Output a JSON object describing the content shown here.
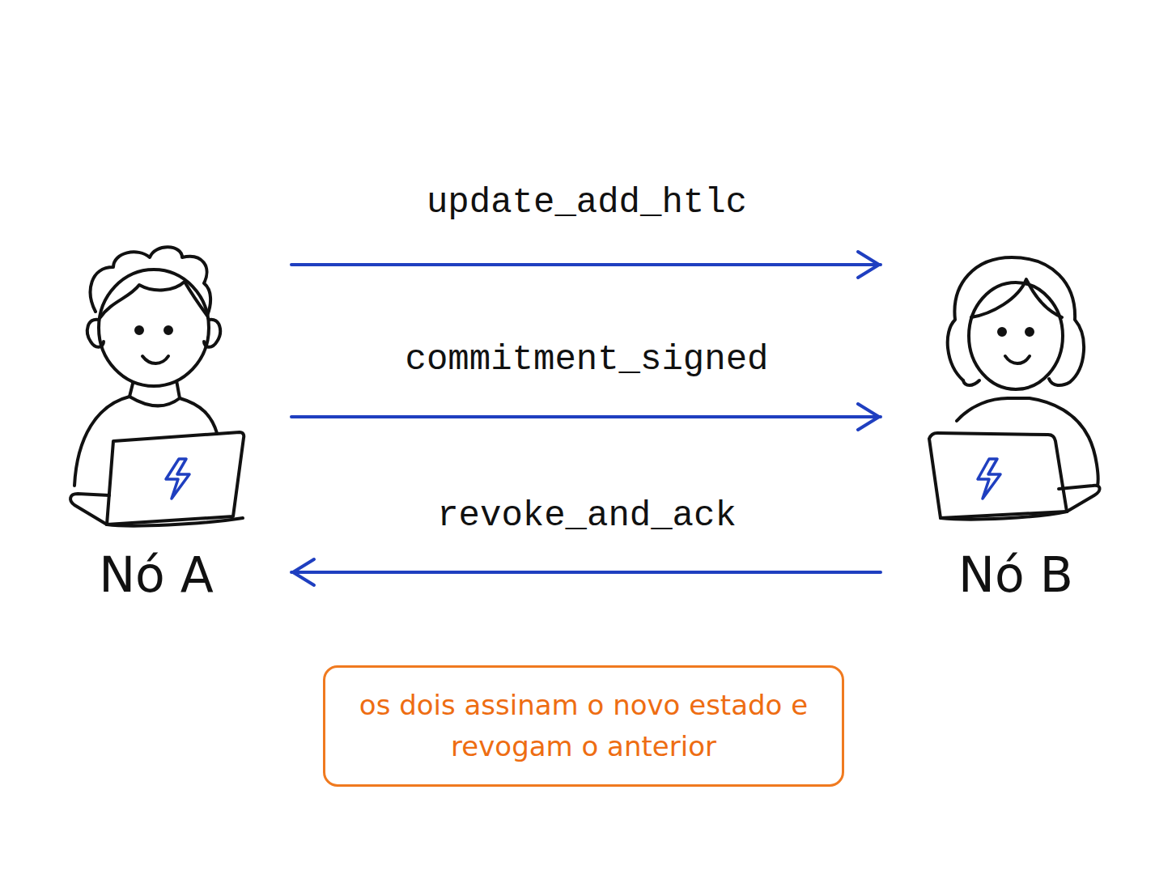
{
  "diagram": {
    "nodes": [
      {
        "text": [
          "Nó A"
        ]
      },
      {
        "text": [
          "Nó B"
        ]
      },
      {
        "text": [
          "os dois assinam o novo estado e revogam o anterior"
        ]
      }
    ],
    "edges": [
      {
        "from": 0,
        "to": 1,
        "label": "update_add_htlc",
        "arrow": "to"
      },
      {
        "from": 0,
        "to": 1,
        "label": "commitment_signed",
        "arrow": "to"
      },
      {
        "from": 1,
        "to": 0,
        "label": "revoke_and_ack",
        "arrow": "to"
      }
    ]
  }
}
